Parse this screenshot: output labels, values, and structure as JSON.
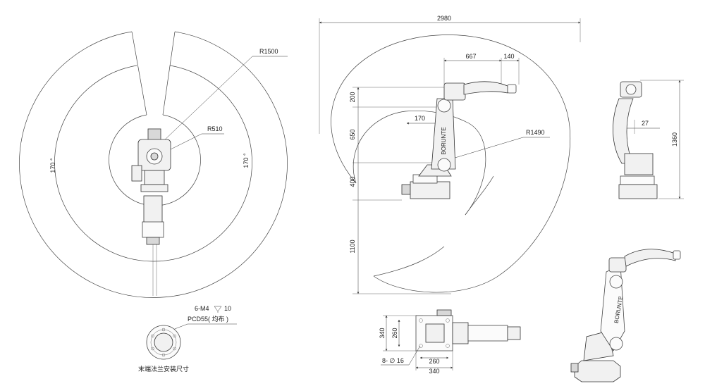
{
  "top_view": {
    "r_outer": "R1500",
    "r_inner": "R510",
    "angle_left": "170 °",
    "angle_right": "170 °"
  },
  "side_view": {
    "width_total": "2980",
    "reach_a": "667",
    "reach_b": "140",
    "offset": "170",
    "radius": "R1490",
    "h_200": "200",
    "h_650": "650",
    "h_400": "400",
    "h_1100": "1100",
    "brand": "BORUNTE"
  },
  "front_view": {
    "height": "1360",
    "offset": "27"
  },
  "flange": {
    "thread": "6-M4",
    "depth": "10",
    "pcd": "PCD55( 均布 )",
    "caption": "末端法兰安装尺寸"
  },
  "base_view": {
    "w340_v": "340",
    "w260_v": "260",
    "w260_h": "260",
    "w340_h": "340",
    "holes": "8- ∅ 16"
  },
  "iso_view": {
    "brand": "BORUNTE"
  }
}
